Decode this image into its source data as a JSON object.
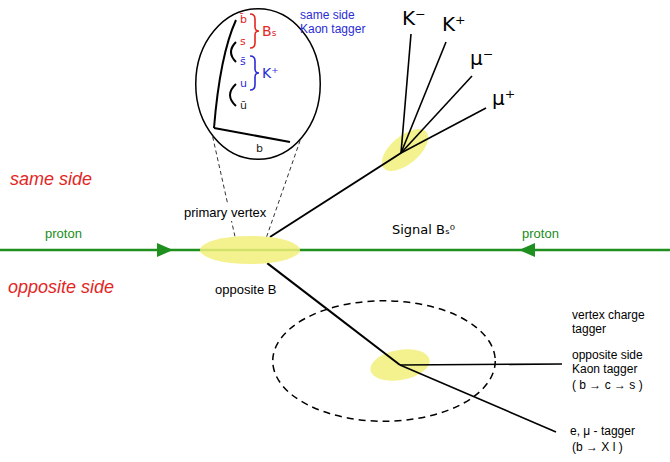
{
  "diagram": {
    "nodes": [
      {
        "text": [
          "b̄",
          "s",
          "s̄",
          "u",
          "ū",
          "b",
          "Bₛ",
          "K⁺"
        ]
      },
      {
        "text": [
          "primary vertex"
        ]
      },
      {
        "text": [
          "vertex charge tagger"
        ]
      }
    ],
    "edges": [
      {
        "from": 0,
        "to": 1,
        "arrow": "none"
      },
      {
        "from": 0,
        "to": 1,
        "arrow": "none"
      },
      {
        "from": 1,
        "to": 2,
        "label": "opposite B",
        "arrow": "none"
      }
    ],
    "labels": [
      "same side Kaon tagger",
      "K⁻",
      "K⁺",
      "μ⁻",
      "μ⁺",
      "same side",
      "proton",
      "proton",
      "Signal Bₛ⁰",
      "opposite side",
      "opposite side Kaon tagger",
      "( b → c → s )",
      "e, μ - tagger",
      "(b → X l )"
    ]
  }
}
